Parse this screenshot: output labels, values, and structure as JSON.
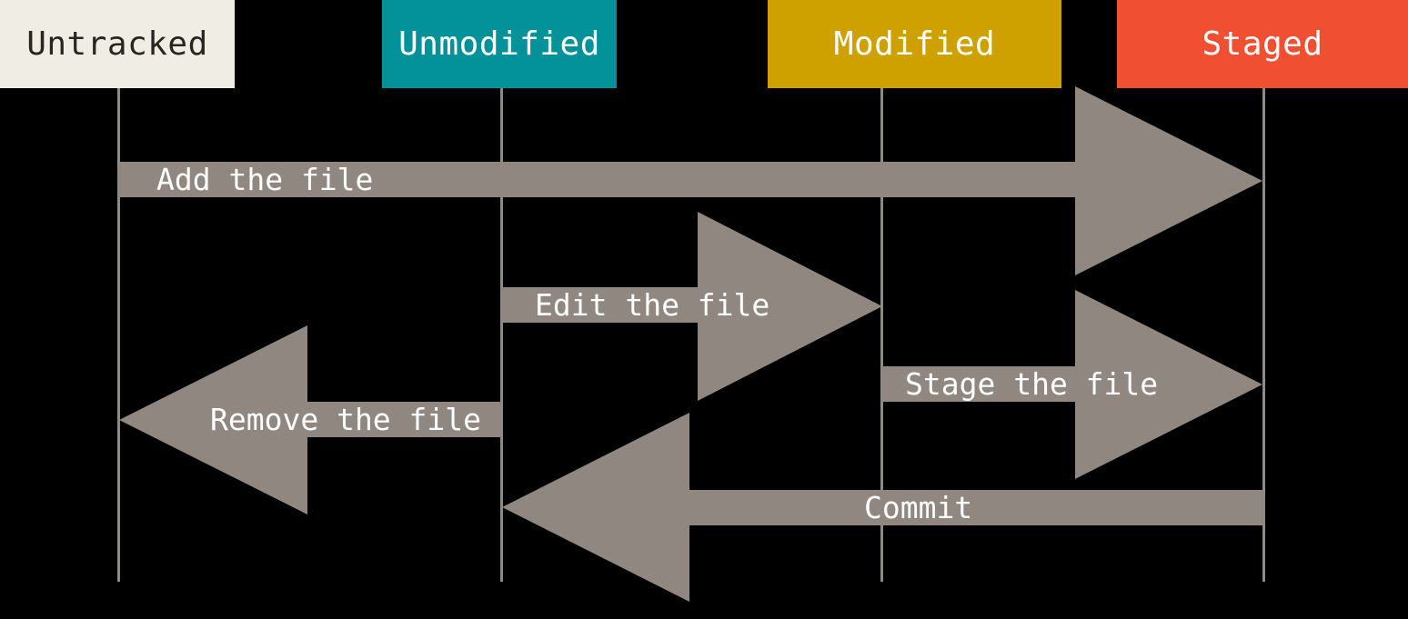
{
  "columns": [
    {
      "id": "untracked",
      "label": "Untracked",
      "color": "#F0EEE4",
      "text_color": "#2A2523"
    },
    {
      "id": "unmodified",
      "label": "Unmodified",
      "color": "#03929A",
      "text_color": "#FFFFFF"
    },
    {
      "id": "modified",
      "label": "Modified",
      "color": "#CEA000",
      "text_color": "#FFFFFF"
    },
    {
      "id": "staged",
      "label": "Staged",
      "color": "#F04F31",
      "text_color": "#FFFFFF"
    }
  ],
  "transitions": [
    {
      "label": "Add the file",
      "from": "Untracked",
      "to": "Staged",
      "direction": "right"
    },
    {
      "label": "Edit the file",
      "from": "Unmodified",
      "to": "Modified",
      "direction": "right"
    },
    {
      "label": "Stage the file",
      "from": "Modified",
      "to": "Staged",
      "direction": "right"
    },
    {
      "label": "Remove the file",
      "from": "Unmodified",
      "to": "Untracked",
      "direction": "left"
    },
    {
      "label": "Commit",
      "from": "Staged",
      "to": "Unmodified",
      "direction": "left"
    }
  ],
  "colors": {
    "background": "#000000",
    "arrow": "#8F8780",
    "lifeline": "#8E8A84",
    "arrow_label_text": "#FFFFFF"
  }
}
